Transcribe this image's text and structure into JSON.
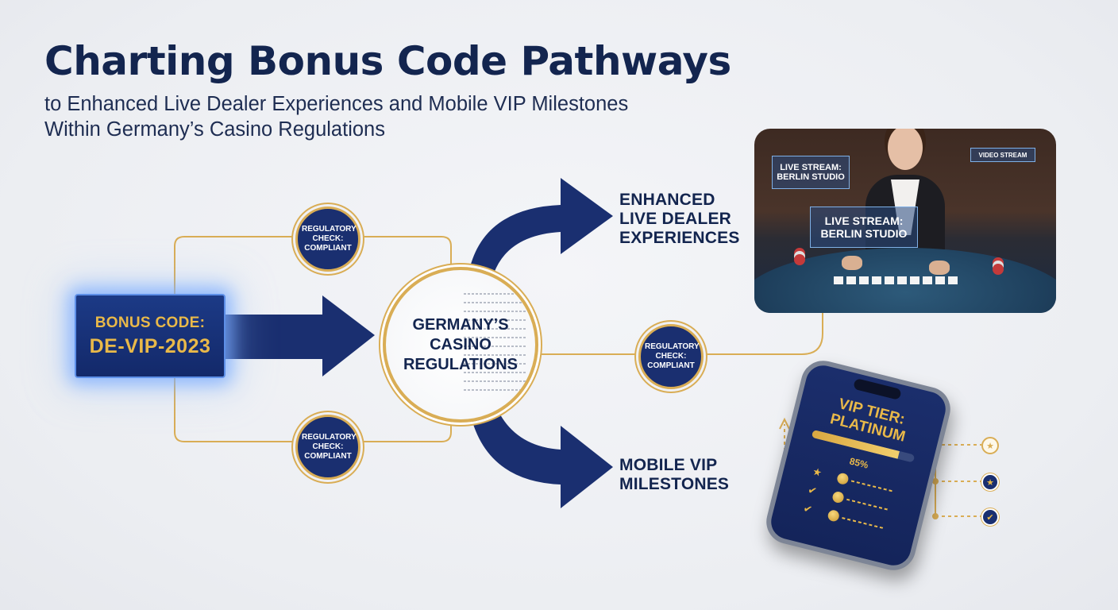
{
  "header": {
    "title": "Charting Bonus Code Pathways",
    "subtitle_line1": "to Enhanced Live Dealer Experiences and Mobile VIP Milestones",
    "subtitle_line2": "Within Germany’s Casino Regulations"
  },
  "bonus": {
    "label": "BONUS CODE:",
    "code": "DE-VIP-2023"
  },
  "badges": {
    "top": "REGULATORY CHECK: COMPLIANT",
    "bottom": "REGULATORY CHECK: COMPLIANT",
    "right": "REGULATORY CHECK: COMPLIANT"
  },
  "hub": {
    "line1": "GERMANY’S",
    "line2": "CASINO",
    "line3": "REGULATIONS"
  },
  "destinations": {
    "live": {
      "line1": "ENHANCED",
      "line2": "LIVE DEALER",
      "line3": "EXPERIENCES"
    },
    "mobile": {
      "line1": "MOBILE VIP",
      "line2": "MILESTONES"
    }
  },
  "live_photo": {
    "overlay_main": "LIVE STREAM: BERLIN STUDIO",
    "overlay_small": "LIVE STREAM: BERLIN STUDIO",
    "overlay_tag": "VIDEO STREAM"
  },
  "phone": {
    "tier_label": "VIP TIER:",
    "tier_value": "PLATINUM",
    "progress_percent": 85,
    "progress_text": "85%"
  },
  "icons": [
    "star-icon",
    "check-icon",
    "coin-icon",
    "arrow-up-icon"
  ],
  "colors": {
    "navy": "#13254f",
    "arrow_navy": "#1a2f70",
    "gold": "#d9ad55",
    "gold_text": "#e9b949",
    "glow": "#5d8fe8"
  }
}
